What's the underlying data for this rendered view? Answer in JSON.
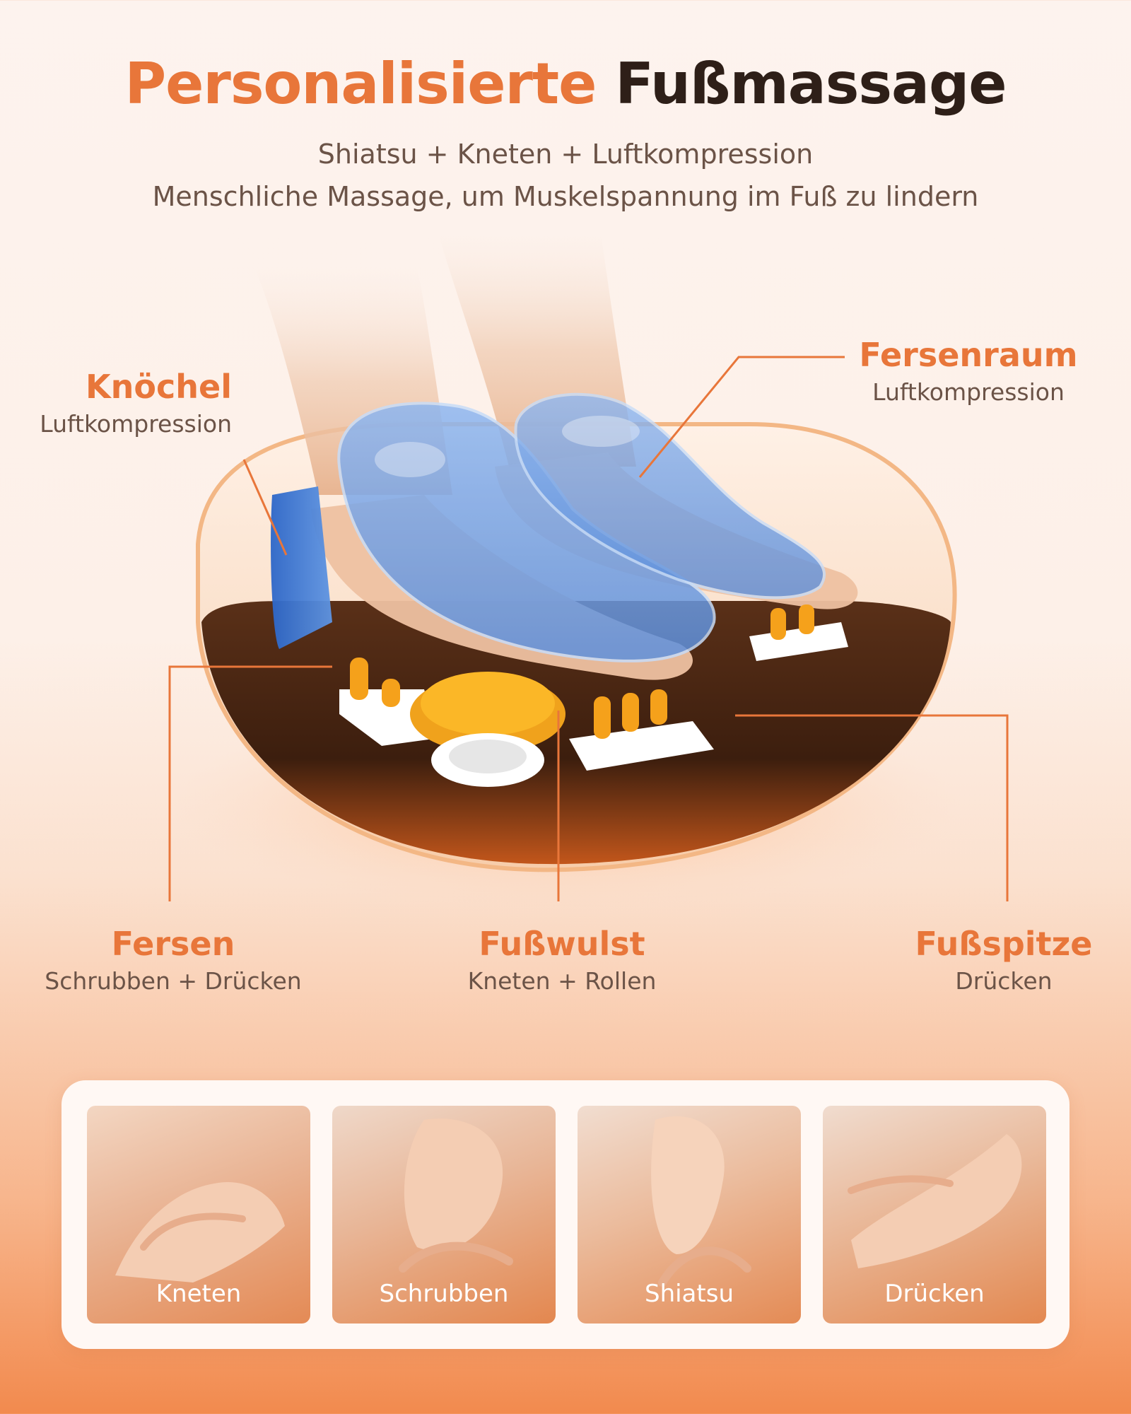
{
  "header": {
    "title_part1": "Personalisierte",
    "title_part2": "Fußmassage",
    "subtitle_line1": "Shiatsu + Kneten + Luftkompression",
    "subtitle_line2": "Menschliche Massage, um Muskelspannung im Fuß zu lindern"
  },
  "callouts": {
    "knoechel": {
      "title": "Knöchel",
      "sub": "Luftkompression"
    },
    "fersenraum": {
      "title": "Fersenraum",
      "sub": "Luftkompression"
    },
    "fersen": {
      "title": "Fersen",
      "sub": "Schrubben + Drücken"
    },
    "fusswulst": {
      "title": "Fußwulst",
      "sub": "Kneten + Rollen"
    },
    "fussspitze": {
      "title": "Fußspitze",
      "sub": "Drücken"
    }
  },
  "techniques": [
    {
      "label": "Kneten"
    },
    {
      "label": "Schrubben"
    },
    {
      "label": "Shiatsu"
    },
    {
      "label": "Drücken"
    }
  ],
  "colors": {
    "accent": "#e8763a",
    "dark_text": "#2e1f18",
    "body_text": "#6b5347",
    "air_bag_blue": "#6f9ee6",
    "device_brown": "#4a2a17"
  }
}
